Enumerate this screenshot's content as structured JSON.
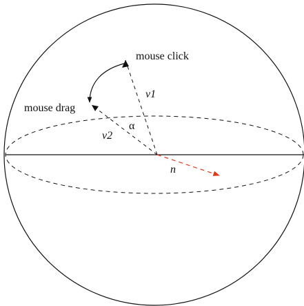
{
  "labels": {
    "mouse_click": "mouse click",
    "mouse_drag": "mouse drag",
    "v1": "v1",
    "v2": "v2",
    "alpha": "α",
    "n": "n"
  },
  "colors": {
    "stroke": "#111111",
    "normal_vector": "#e03a1e",
    "background": "#ffffff"
  }
}
